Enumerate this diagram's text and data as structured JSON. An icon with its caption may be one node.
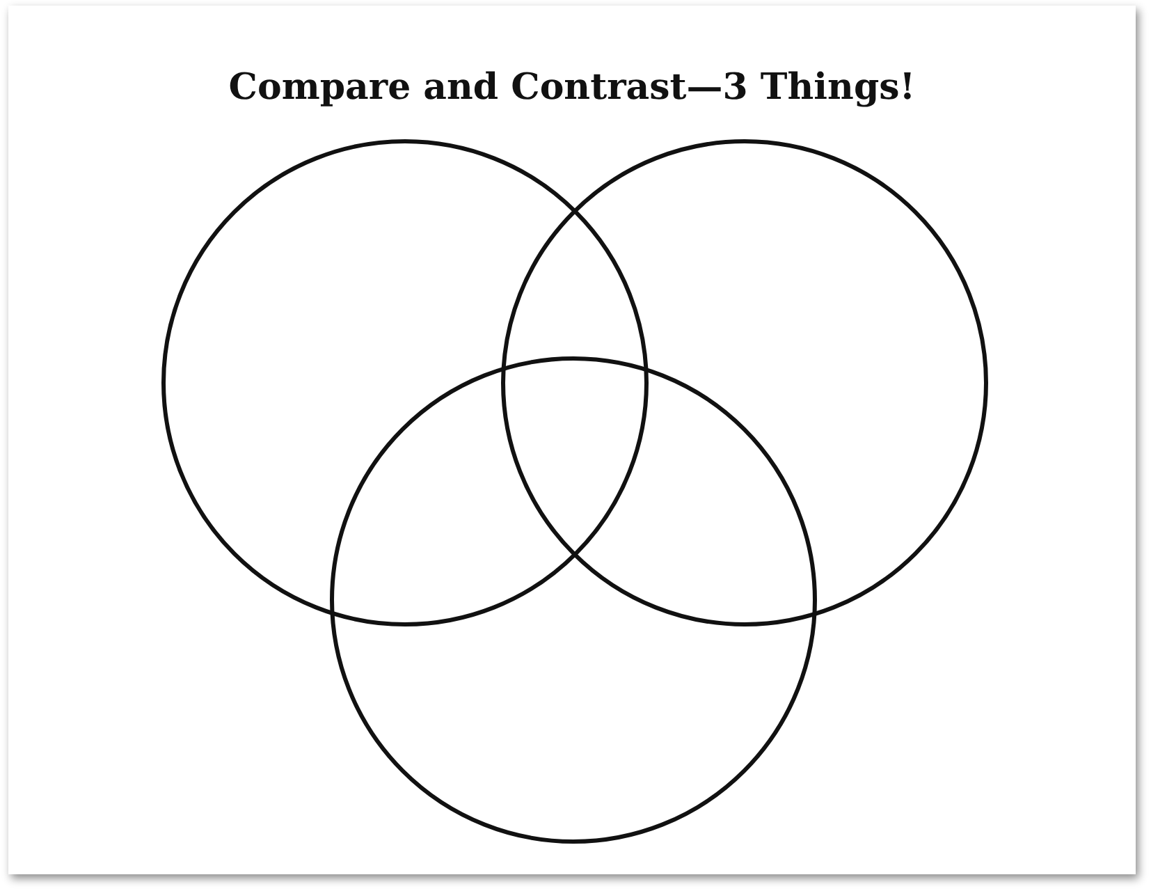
{
  "diagram": {
    "title": "Compare and Contrast—3 Things!",
    "nodes": [
      {
        "text": [],
        "shape": "circle"
      },
      {
        "text": [],
        "shape": "circle"
      },
      {
        "text": [],
        "shape": "circle"
      }
    ]
  }
}
